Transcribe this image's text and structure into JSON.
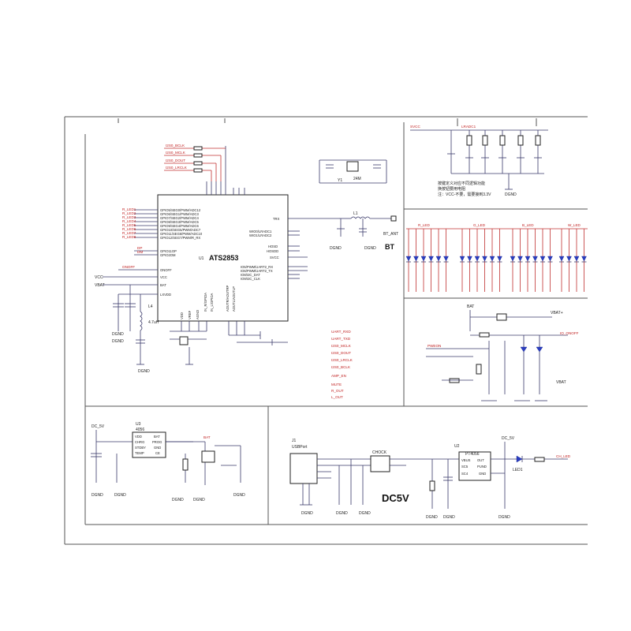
{
  "u1": {
    "ref": "U1",
    "part": "ATS2853",
    "left_pins": [
      "GPIO5/SEG0/PWM/ADC12",
      "GPIO6/SEG1/PWM/ADC3",
      "GPIO7/SEG2/PWM/ADC4",
      "GPIO8/SEG3/PWM/ADC5",
      "GPIO9/SEG4/PWM/ADC6",
      "GPIO10/SEG5/PWM/ADC7",
      "GPIO11/SEG6/PWM/ADC10",
      "GPIO12/SEG7/PWM/R_RX"
    ],
    "left_nets": [
      "R_LED1",
      "R_LED2",
      "R_LED3",
      "R_LED4",
      "R_LED5",
      "R_LED6",
      "R_LED7",
      "R_LED8"
    ],
    "mid_pins": [
      "GPIO11OP",
      "GPIO2OM",
      "ONOFF",
      "VCC",
      "BAT",
      "LXVDD"
    ],
    "right_pins": [
      "TRX",
      "WIO0/LRADC1",
      "WIO1/LRADC2",
      "HOSD",
      "HOSDD",
      "SVCC"
    ],
    "uart_pins": [
      "IO5/PWM/UART2_RX",
      "IO6/PWM/UART2_TX",
      "IO8/I2C_DAT",
      "IO9/I2C_CLK"
    ],
    "top_nets": [
      "I2S0_BCLK",
      "I2S0_MCLK",
      "I2S0_DOUT",
      "I2S0_LRCLK"
    ]
  },
  "labels": {
    "vcc": "VCC",
    "vbat": "VBAT",
    "dgnd": "DGND",
    "onoff": "ONOFF",
    "gpio1": "DP",
    "gpio2": "DM",
    "bt": "BT",
    "bt_ant": "BT_ANT",
    "crystal": "24M",
    "y1": "Y1",
    "l1": "L1",
    "l4": "L4",
    "l4_val": "4.7uH",
    "dc5v": "DC5V",
    "j1": "J1",
    "usb": "USBPort",
    "u3": "U3",
    "u3_part": "4056",
    "u2": "U2",
    "u2_part": "PT4056",
    "bat": "BAT",
    "vbat_plus": "VBAT+",
    "dc_5v": "DC_5V",
    "ch_led": "CH_LED",
    "choke": "CHOCK",
    "led1": "LED1",
    "ioff": "IO_ONOFF",
    "pwron": "PWEON"
  },
  "net_labels_right_of_u1": [
    "UART_RXD",
    "UART_TXD",
    "I2S0_MCLK",
    "I2S0_DOUT",
    "I2S0_LRCLK",
    "I2S0_BCLK",
    "AMP_EN",
    "MUTE",
    "R_OUT",
    "L_OUT"
  ],
  "led_groups": [
    "R_LED",
    "G_LED",
    "B_LED",
    "W_LED"
  ],
  "chinese_note": [
    "按键定义对应不同逻辑功能",
    "换按钮要用电阻",
    "注：VCC-不要，需要接到3.3V"
  ],
  "right_top": {
    "net": "SVCC",
    "label": "LRADC1"
  },
  "colors": {
    "wire": "#3a3a6a",
    "net_red": "#c02020",
    "led_blue": "#2a3dc0",
    "paper": "#ffffff"
  }
}
